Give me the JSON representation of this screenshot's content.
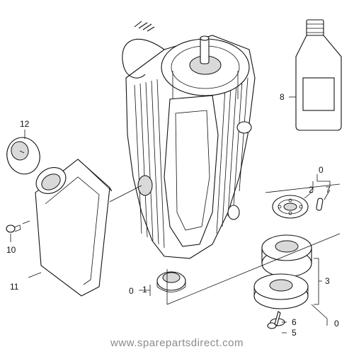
{
  "callouts": {
    "c0_top": "0",
    "c1": "1",
    "c0_left": "0",
    "c2": "2",
    "c3": "3",
    "c0_right": "0",
    "c5": "5",
    "c6": "6",
    "c7": "7",
    "c8": "8",
    "c10": "10",
    "c11": "11",
    "c12": "12"
  },
  "footer": {
    "url": "www.sparepartsdirect.com"
  }
}
